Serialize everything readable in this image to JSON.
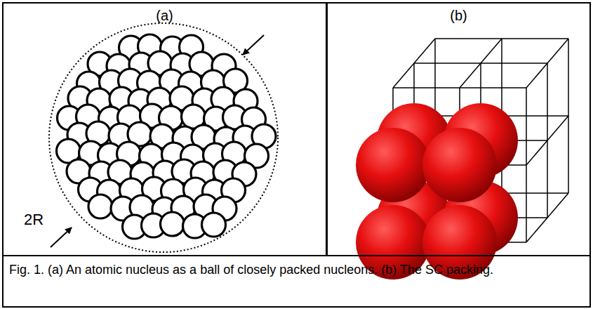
{
  "diagram": {
    "caption": "Fig. 1. (a) An atomic nucleus as a ball of closely packed nucleons. (b) The SC packing.",
    "nodes": [
      {
        "text": [
          "(a)"
        ]
      },
      {
        "text": [
          "(b)"
        ]
      }
    ],
    "labels": [
      "2R"
    ]
  }
}
